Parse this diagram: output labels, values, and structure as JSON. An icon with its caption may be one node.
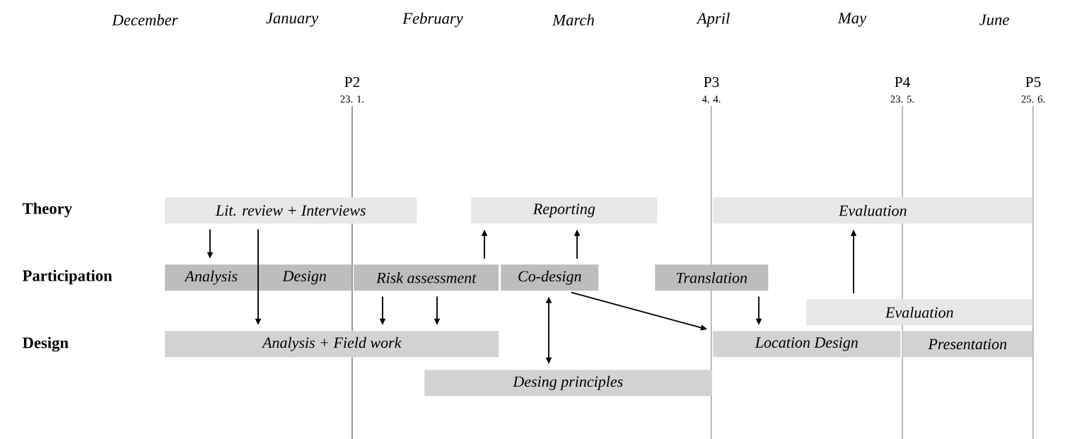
{
  "diagram": {
    "nodes": [
      {
        "text": [
          "Lit. review + Interviews"
        ]
      },
      {
        "text": [
          "Reporting"
        ]
      },
      {
        "text": [
          "Evaluation"
        ]
      },
      {
        "text": [
          "Analysis"
        ]
      },
      {
        "text": [
          "Design"
        ]
      },
      {
        "text": [
          "Risk assessment"
        ]
      },
      {
        "text": [
          "Co-design"
        ]
      },
      {
        "text": [
          "Translation"
        ]
      },
      {
        "text": [
          "Evaluation"
        ]
      },
      {
        "text": [
          "Analysis + Field work"
        ]
      },
      {
        "text": [
          "Location Design"
        ]
      },
      {
        "text": [
          "Presentation"
        ]
      },
      {
        "text": [
          "Desing principles"
        ]
      }
    ],
    "edges": [
      {
        "from": 0,
        "to": 3,
        "arrow": "to"
      },
      {
        "from": 0,
        "to": 9,
        "arrow": "to"
      },
      {
        "from": 5,
        "to": 9,
        "arrow": "to"
      },
      {
        "from": 5,
        "to": 9,
        "arrow": "to"
      },
      {
        "from": 5,
        "to": 1,
        "arrow": "to"
      },
      {
        "from": 6,
        "to": 1,
        "arrow": "to"
      },
      {
        "from": 6,
        "to": 12,
        "arrow": "both"
      },
      {
        "from": 6,
        "to": 10,
        "arrow": "to"
      },
      {
        "from": 7,
        "to": 10,
        "arrow": "to"
      },
      {
        "from": 8,
        "to": 2,
        "arrow": "to"
      }
    ],
    "labels": [
      "December",
      "January",
      "February",
      "March",
      "April",
      "May",
      "June",
      "P2",
      "23. 1.",
      "P3",
      "4. 4.",
      "P4",
      "23. 5.",
      "P5",
      "25. 6.",
      "Theory",
      "Participation",
      "Design"
    ]
  }
}
